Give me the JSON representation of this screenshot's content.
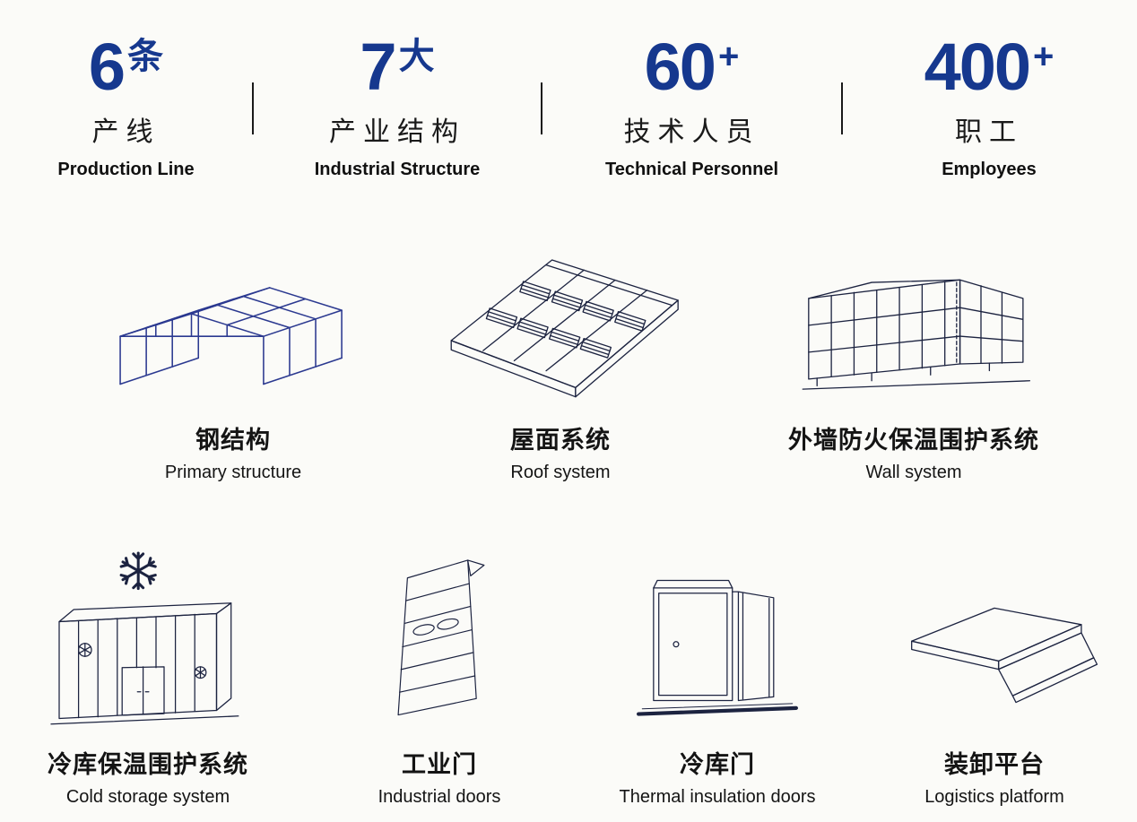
{
  "colors": {
    "accent": "#16388e",
    "line": "#1c2340",
    "steel": "#2b3990",
    "dark": "#15172e",
    "background": "#fbfbf8"
  },
  "stats": [
    {
      "number": "6",
      "suffix": "条",
      "zh": "产线",
      "en": "Production Line"
    },
    {
      "number": "7",
      "suffix": "大",
      "zh": "产业结构",
      "en": "Industrial Structure"
    },
    {
      "number": "60",
      "suffix": "+",
      "zh": "技术人员",
      "en": "Technical Personnel"
    },
    {
      "number": "400",
      "suffix": "+",
      "zh": "职工",
      "en": "Employees"
    }
  ],
  "products": {
    "row1": [
      {
        "icon": "steel-structure",
        "zh": "钢结构",
        "en": "Primary structure"
      },
      {
        "icon": "roof-system",
        "zh": "屋面系统",
        "en": "Roof system"
      },
      {
        "icon": "wall-system",
        "zh": "外墙防火保温围护系统",
        "en": "Wall system"
      }
    ],
    "row2": [
      {
        "icon": "cold-storage",
        "zh": "冷库保温围护系统",
        "en": "Cold storage system"
      },
      {
        "icon": "industrial-door",
        "zh": "工业门",
        "en": "Industrial doors"
      },
      {
        "icon": "cold-storage-door",
        "zh": "冷库门",
        "en": "Thermal insulation doors"
      },
      {
        "icon": "dock-leveler",
        "zh": "装卸平台",
        "en": "Logistics platform"
      }
    ]
  }
}
